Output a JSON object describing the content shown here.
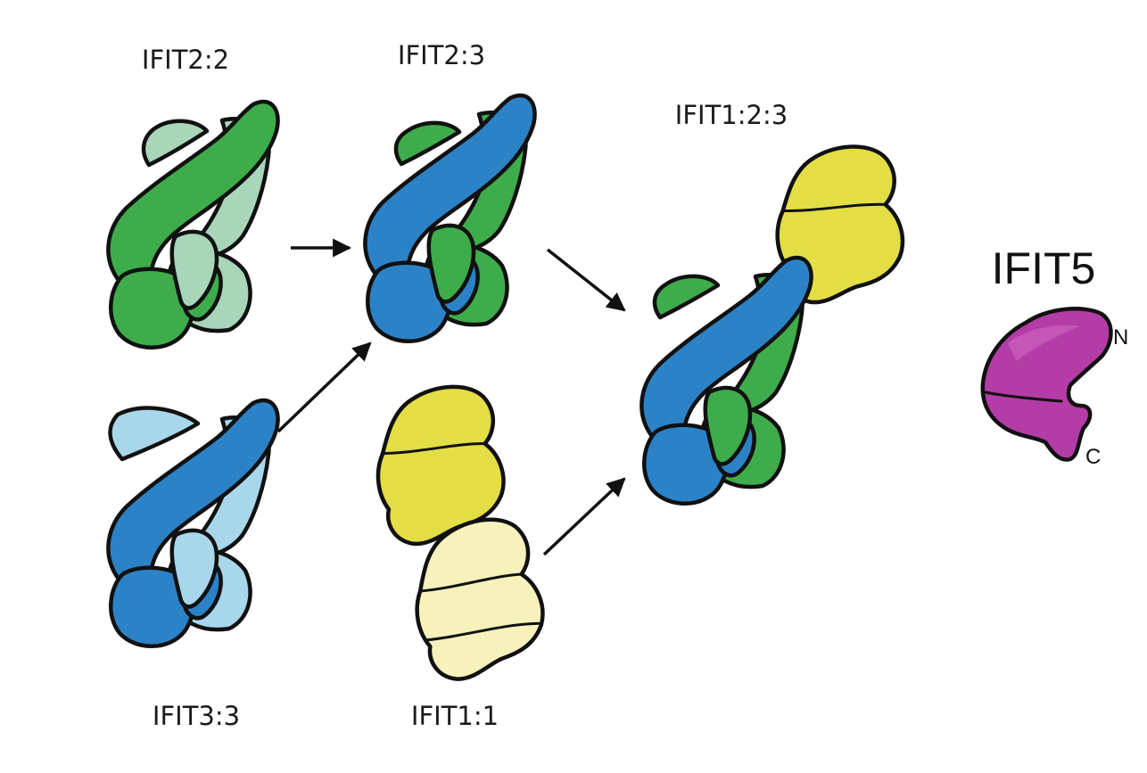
{
  "labels": {
    "ifit2_2": "IFIT2:2",
    "ifit2_3": "IFIT2:3",
    "ifit3_3": "IFIT3:3",
    "ifit1_1": "IFIT1:1",
    "ifit1_2_3": "IFIT1:2:3",
    "ifit5": "IFIT5",
    "n_terminus": "N",
    "c_terminus": "C"
  },
  "colors": {
    "green": "#3eac4a",
    "green_dark": "#2f9a3d",
    "light_green": "#a9d5b9",
    "blue": "#2c82c6",
    "blue_dark": "#1f6aa8",
    "light_blue": "#a8d6ea",
    "yellow": "#e3de45",
    "yellow_dark": "#c9c32c",
    "pale_yellow": "#f7f2bc",
    "magenta": "#b43ca6",
    "magenta_light": "#c655b8"
  }
}
